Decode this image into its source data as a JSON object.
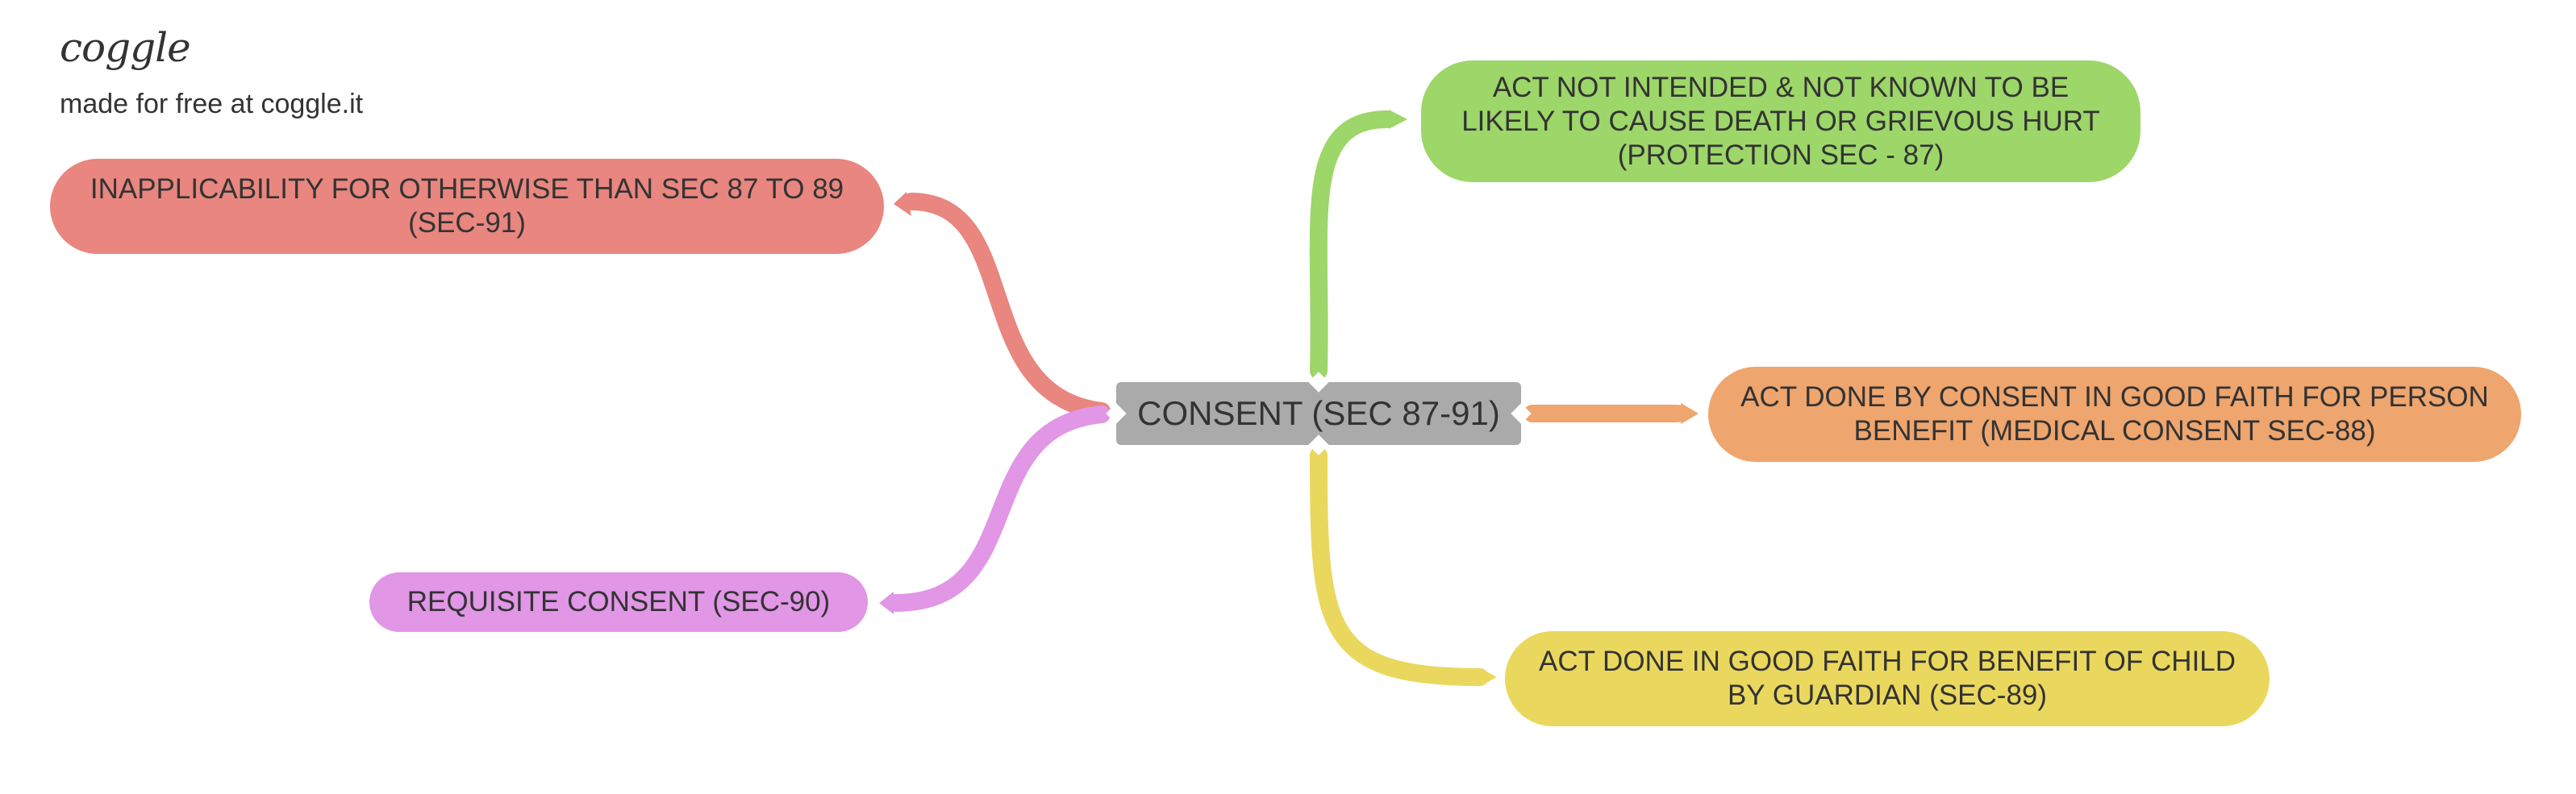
{
  "brand": {
    "name": "coggle",
    "tagline": "made for free at coggle.it"
  },
  "center": {
    "label": "CONSENT (SEC 87-91)",
    "color": "#AAAAAA"
  },
  "branches": {
    "red": {
      "label": "INAPPLICABILITY FOR OTHERWISE THAN SEC 87 TO 89 (SEC-91)",
      "color": "#E8867F"
    },
    "green": {
      "label": "ACT NOT INTENDED & NOT KNOWN TO BE LIKELY TO CAUSE DEATH OR GRIEVOUS HURT (PROTECTION SEC - 87)",
      "color": "#9DD669"
    },
    "orange": {
      "label": "ACT DONE BY CONSENT IN GOOD FAITH FOR PERSON BENEFIT (MEDICAL CONSENT SEC-88)",
      "color": "#EEA56E"
    },
    "yellow": {
      "label": "ACT DONE IN GOOD FAITH FOR BENEFIT OF CHILD BY GUARDIAN (SEC-89)",
      "color": "#EAD85E"
    },
    "purple": {
      "label": "REQUISITE CONSENT (SEC-90)",
      "color": "#E196E6"
    }
  }
}
